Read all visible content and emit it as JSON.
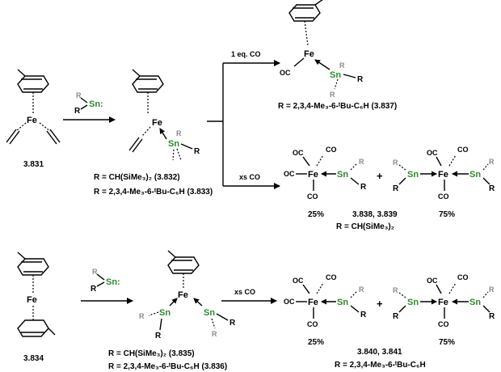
{
  "compounds": {
    "c3831": "3.831",
    "c3834": "3.834"
  },
  "reagents": {
    "one_eq_co": "1 eq. CO",
    "xs_co_top": "xs CO",
    "xs_co_bottom": "xs CO"
  },
  "atoms": {
    "fe": "Fe",
    "sn": "Sn",
    "sn_colon": "Sn:",
    "r": "R",
    "oc": "OC",
    "co": "CO"
  },
  "labels": {
    "r3837": "R = 2,3,4-Me₃-6-ᵗBu-C₆H (3.837)",
    "r3832": "R = CH(SiMe₃)₂ (3.832)",
    "r3833": "R = 2,3,4-Me₃-6-ᵗBu-C₆H (3.833)",
    "pct_top_left": "25%",
    "pct_top_right": "75%",
    "cpd_3838": "3.838, 3.839",
    "r_3838": "R = CH(SiMe₃)₂",
    "r3835": "R = CH(SiMe₃)₂ (3.835)",
    "r3836": "R = 2,3,4-Me₃-6-ᵗBu-C₆H (3.836)",
    "pct_bot_left": "25%",
    "pct_bot_right": "75%",
    "cpd_3840": "3.840, 3.841",
    "r_3840": "R = 2,3,4-Me₃-6-ᵗBu-C₆H",
    "plus": "+"
  },
  "colors": {
    "tin": "#2d8a2d",
    "r_grey": "#8a8a8a",
    "ink": "#000000"
  }
}
